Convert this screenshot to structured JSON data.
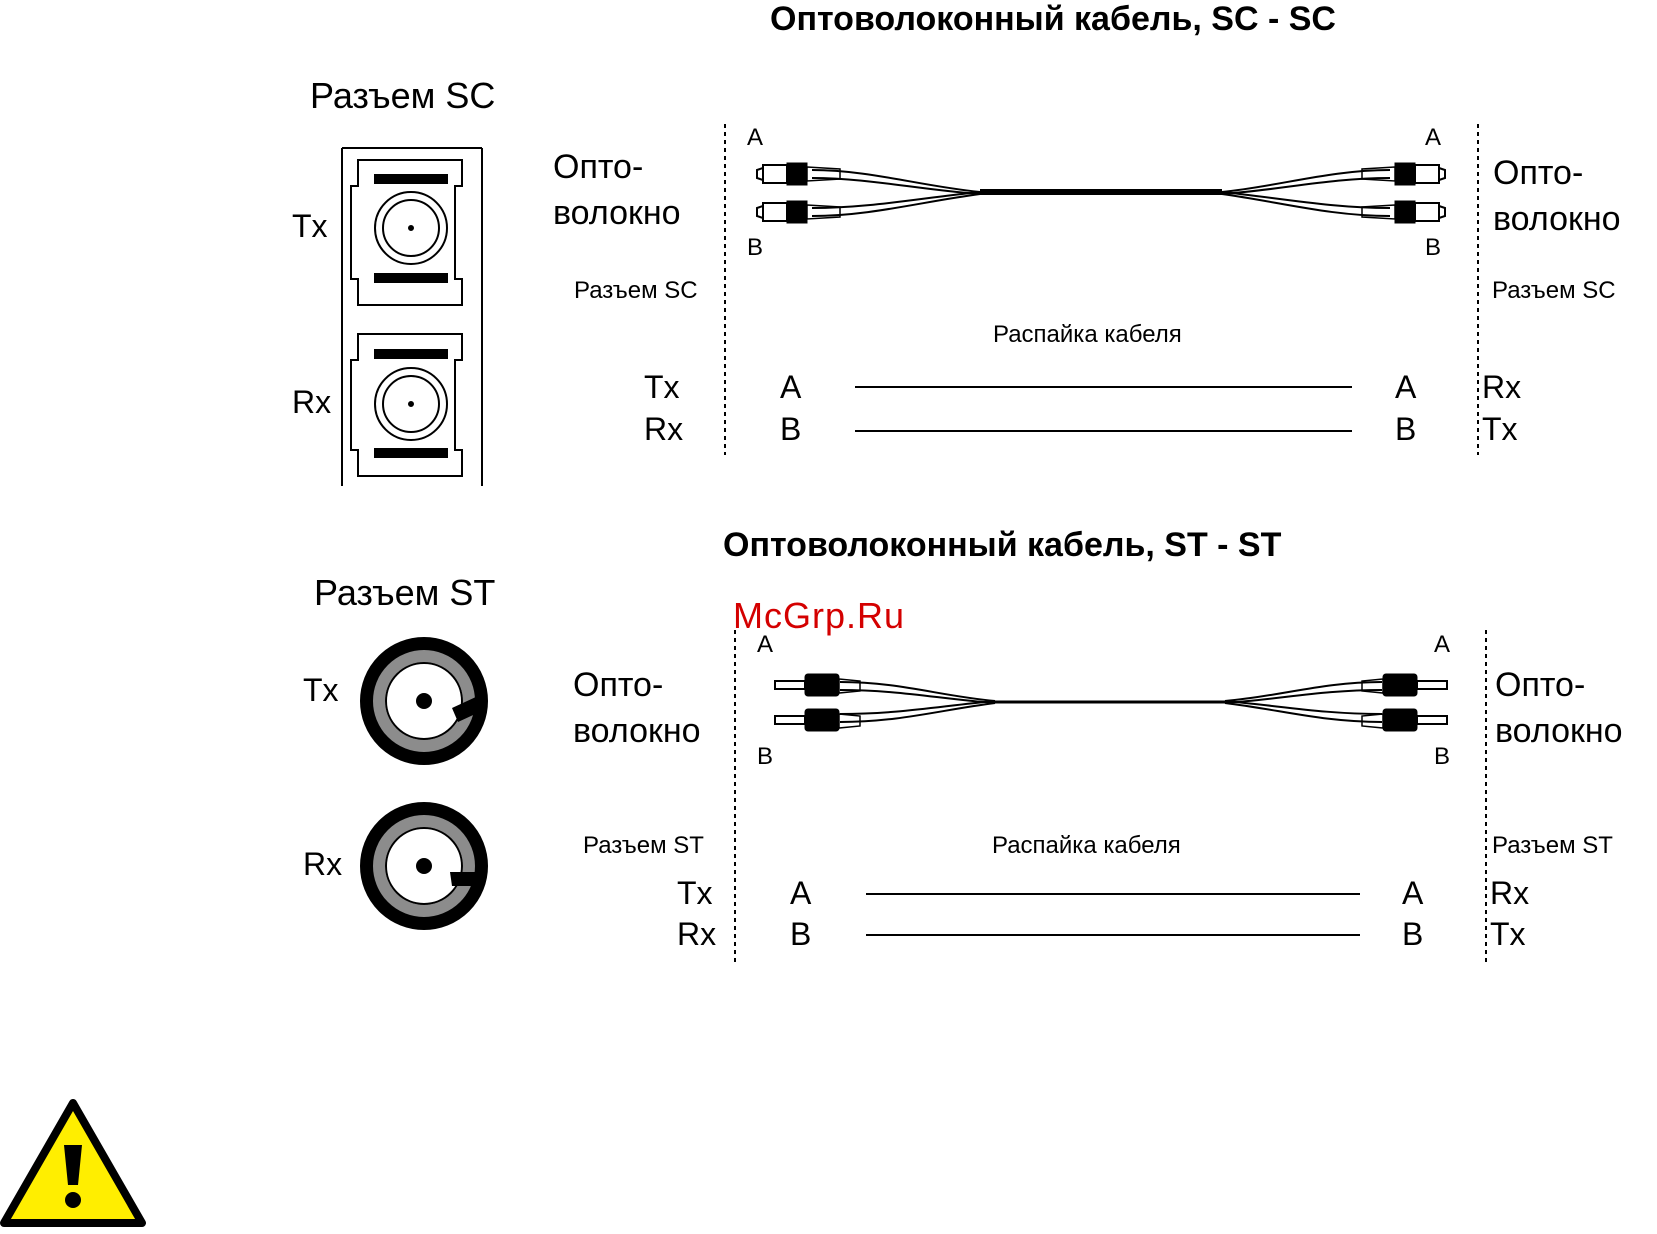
{
  "sc_section": {
    "title": "Оптоволоконный кабель, SC - SC",
    "connector_title": "Разъем SC",
    "tx_label": "Tx",
    "rx_label": "Rx",
    "left_fiber_line1": "Опто-",
    "left_fiber_line2": "волокно",
    "right_fiber_line1": "Опто-",
    "right_fiber_line2": "волокно",
    "left_connector_label": "Разъем SC",
    "right_connector_label": "Разъем SC",
    "end_a": "A",
    "end_b": "B",
    "pinout_title": "Распайка кабеля",
    "pinout": [
      {
        "left_signal": "Tx",
        "left_pin": "A",
        "right_pin": "A",
        "right_signal": "Rx"
      },
      {
        "left_signal": "Rx",
        "left_pin": "B",
        "right_pin": "B",
        "right_signal": "Tx"
      }
    ]
  },
  "st_section": {
    "title": "Оптоволоконный кабель, ST - ST",
    "connector_title": "Разъем ST",
    "tx_label": "Tx",
    "rx_label": "Rx",
    "left_fiber_line1": "Опто-",
    "left_fiber_line2": "волокно",
    "right_fiber_line1": "Опто-",
    "right_fiber_line2": "волокно",
    "left_connector_label": "Разъем ST",
    "right_connector_label": "Разъем ST",
    "end_a": "A",
    "end_b": "B",
    "pinout_title": "Распайка кабеля",
    "pinout": [
      {
        "left_signal": "Tx",
        "left_pin": "A",
        "right_pin": "A",
        "right_signal": "Rx"
      },
      {
        "left_signal": "Rx",
        "left_pin": "B",
        "right_pin": "B",
        "right_signal": "Tx"
      }
    ]
  },
  "watermark": "McGrp.Ru",
  "colors": {
    "warning_yellow": "#ffee00",
    "st_ring_gray": "#8c8c8c",
    "watermark_red": "#d40000"
  },
  "icons": {
    "warning": "warning-triangle-icon"
  }
}
